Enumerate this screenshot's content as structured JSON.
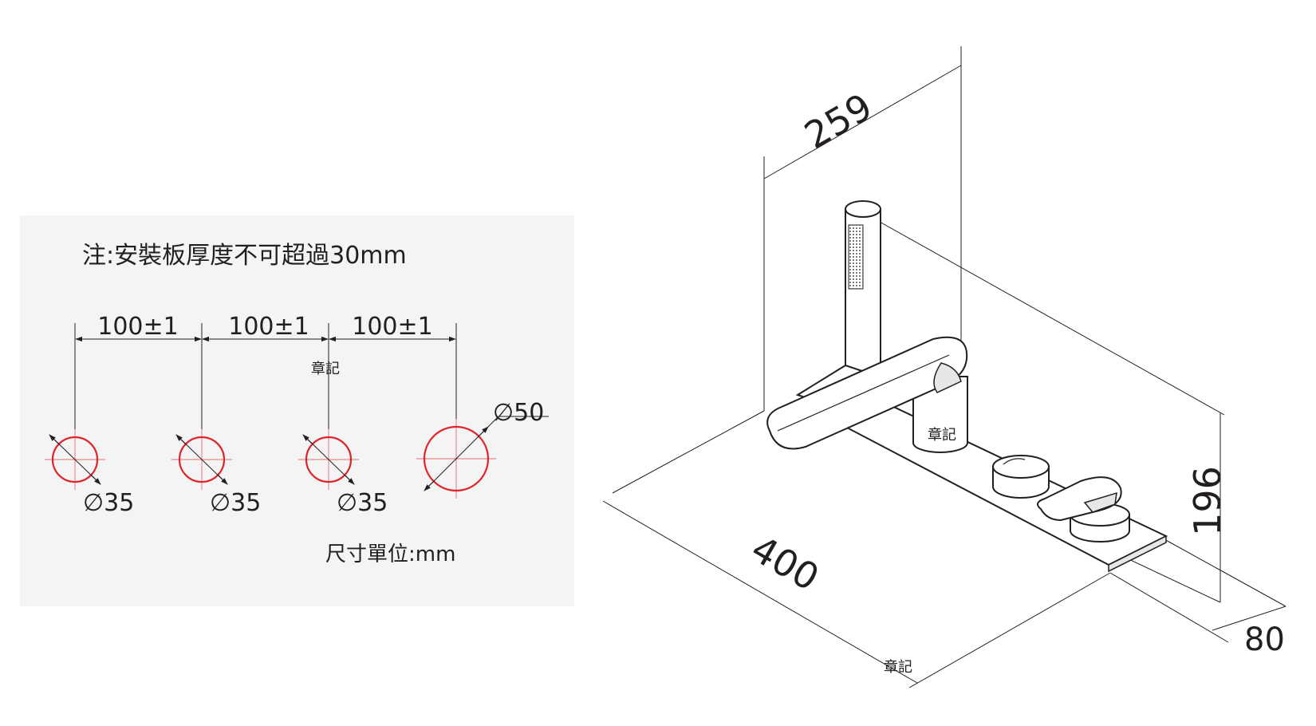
{
  "note": "注:安裝板厚度不可超過30mm",
  "units_note": "尺寸單位:mm",
  "stamp_label": "章記",
  "hole_spacing": [
    "100±1",
    "100±1",
    "100±1"
  ],
  "hole_diameters": [
    "∅35",
    "∅35",
    "∅35",
    "∅50"
  ],
  "dimensions": {
    "depth": "259",
    "length": "400",
    "height": "196",
    "plate": "80"
  },
  "colors": {
    "hole_outline": "#e0242b",
    "center_line": "#e86a70",
    "panel_bg": "#f4f4f4"
  }
}
